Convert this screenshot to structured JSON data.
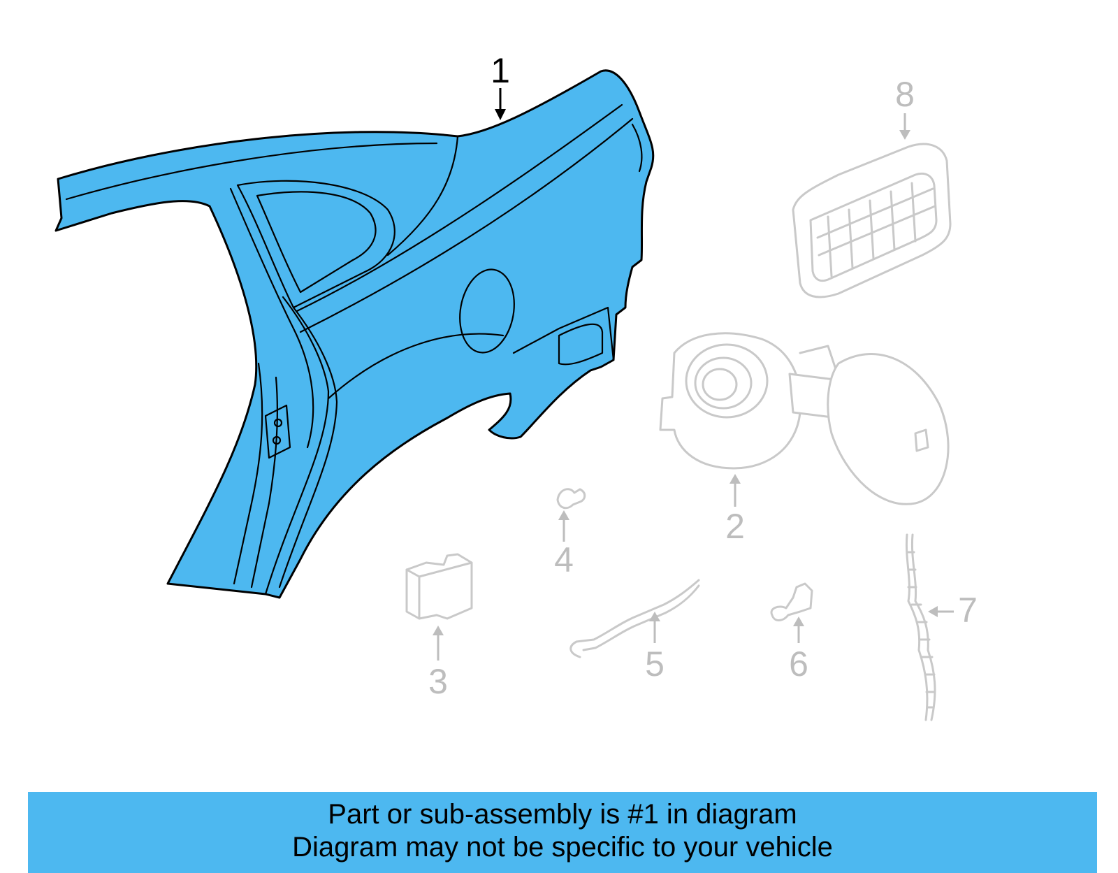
{
  "diagram": {
    "callouts": {
      "c1": "1",
      "c2": "2",
      "c3": "3",
      "c4": "4",
      "c5": "5",
      "c6": "6",
      "c7": "7",
      "c8": "8"
    },
    "highlighted_part": "1",
    "colors": {
      "highlight_fill": "#4db8f0",
      "outline": "#000000",
      "ghost_parts": "#c9c9c9",
      "ghost_labels": "#bdbdbd"
    }
  },
  "caption": {
    "line1": "Part or sub-assembly is #1 in diagram",
    "line2": "Diagram may not be specific to your vehicle",
    "background": "#4db8f0"
  }
}
